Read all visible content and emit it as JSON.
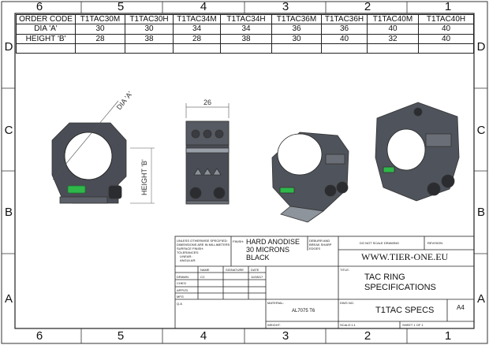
{
  "frame": {
    "top_numbers": [
      "6",
      "5",
      "4",
      "3",
      "2",
      "1"
    ],
    "bottom_numbers": [
      "6",
      "5",
      "4",
      "3",
      "2",
      "1"
    ],
    "side_letters": [
      "D",
      "C",
      "B",
      "A"
    ]
  },
  "spec_table": {
    "rows": [
      [
        "ORDER CODE",
        "T1TAC30M",
        "T1TAC30H",
        "T1TAC34M",
        "T1TAC34H",
        "T1TAC36M",
        "T1TAC36H",
        "T1TAC40M",
        "T1TAC40H"
      ],
      [
        "DIA 'A'",
        "30",
        "30",
        "34",
        "34",
        "36",
        "36",
        "40",
        "40"
      ],
      [
        "HEIGHT 'B'",
        "28",
        "38",
        "28",
        "38",
        "30",
        "40",
        "32",
        "40"
      ],
      [
        "",
        "",
        "",
        "",
        "",
        "",
        "",
        "",
        ""
      ]
    ]
  },
  "views": {
    "dim_width": "26",
    "dim_dia": "DIA 'A'",
    "dim_height": "HEIGHT 'B'"
  },
  "title_block": {
    "tolerance_note": [
      "UNLESS OTHERWISE SPECIFIED:",
      "DIMENSIONS ARE IN MILLIMETERS",
      "SURFACE FINISH:",
      "TOLERANCES:",
      "LINEAR:",
      "ANGULAR:"
    ],
    "finish_label": "FINISH:",
    "finish_value": [
      "HARD ANODISE",
      "30 MICRONS",
      "BLACK"
    ],
    "deburr": [
      "DEBURR AND",
      "BREAK SHARP",
      "EDGES"
    ],
    "no_scale": "DO NOT SCALE DRAWING",
    "revision": "REVISION",
    "website": "WWW.TIER-ONE.EU",
    "col_name": "NAME",
    "col_signature": "SIGNATURE",
    "col_date": "DATE",
    "row_labels": [
      "DRAWN",
      "CHK'D",
      "APPV'D",
      "MFG",
      "Q.A"
    ],
    "drawn_name": "CC",
    "drawn_date": "11/08/17",
    "title_label": "TITLE:",
    "title_value": [
      "TAC RING",
      "SPECIFICATIONS"
    ],
    "material_label": "MATERIAL:",
    "material_value": "AL7075 T6",
    "dwg_label": "DWG NO.",
    "dwg_value": "T1TAC SPECS",
    "size": "A4",
    "weight_label": "WEIGHT:",
    "scale_label": "SCALE:1:1",
    "sheet_label": "SHEET 1 OF 1"
  }
}
